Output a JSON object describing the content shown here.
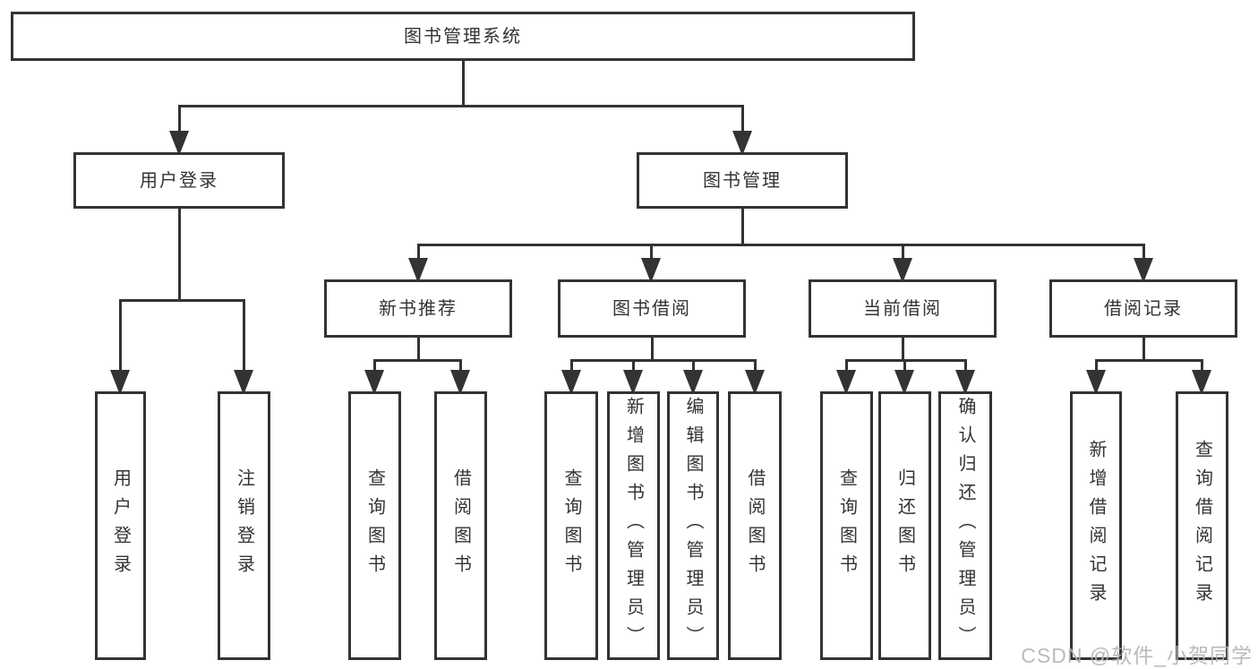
{
  "diagram": {
    "root": {
      "label": "图书管理系统",
      "children": [
        {
          "label": "用户登录",
          "children": [
            {
              "label": "用户登录"
            },
            {
              "label": "注销登录"
            }
          ]
        },
        {
          "label": "图书管理",
          "children": [
            {
              "label": "新书推荐",
              "children": [
                {
                  "label": "查询图书"
                },
                {
                  "label": "借阅图书"
                }
              ]
            },
            {
              "label": "图书借阅",
              "children": [
                {
                  "label": "查询图书"
                },
                {
                  "label": "新增图书（管理员）"
                },
                {
                  "label": "编辑图书（管理员）"
                },
                {
                  "label": "借阅图书"
                }
              ]
            },
            {
              "label": "当前借阅",
              "children": [
                {
                  "label": "查询图书"
                },
                {
                  "label": "归还图书"
                },
                {
                  "label": "确认归还（管理员）"
                }
              ]
            },
            {
              "label": "借阅记录",
              "children": [
                {
                  "label": "新增借阅记录"
                },
                {
                  "label": "查询借阅记录"
                }
              ]
            }
          ]
        }
      ]
    }
  },
  "watermark": {
    "text": "CSDN @软件_小贺同学"
  },
  "colors": {
    "line": "#333333",
    "text": "#333333",
    "watermark": "#b3b3b3",
    "background": "#ffffff"
  }
}
